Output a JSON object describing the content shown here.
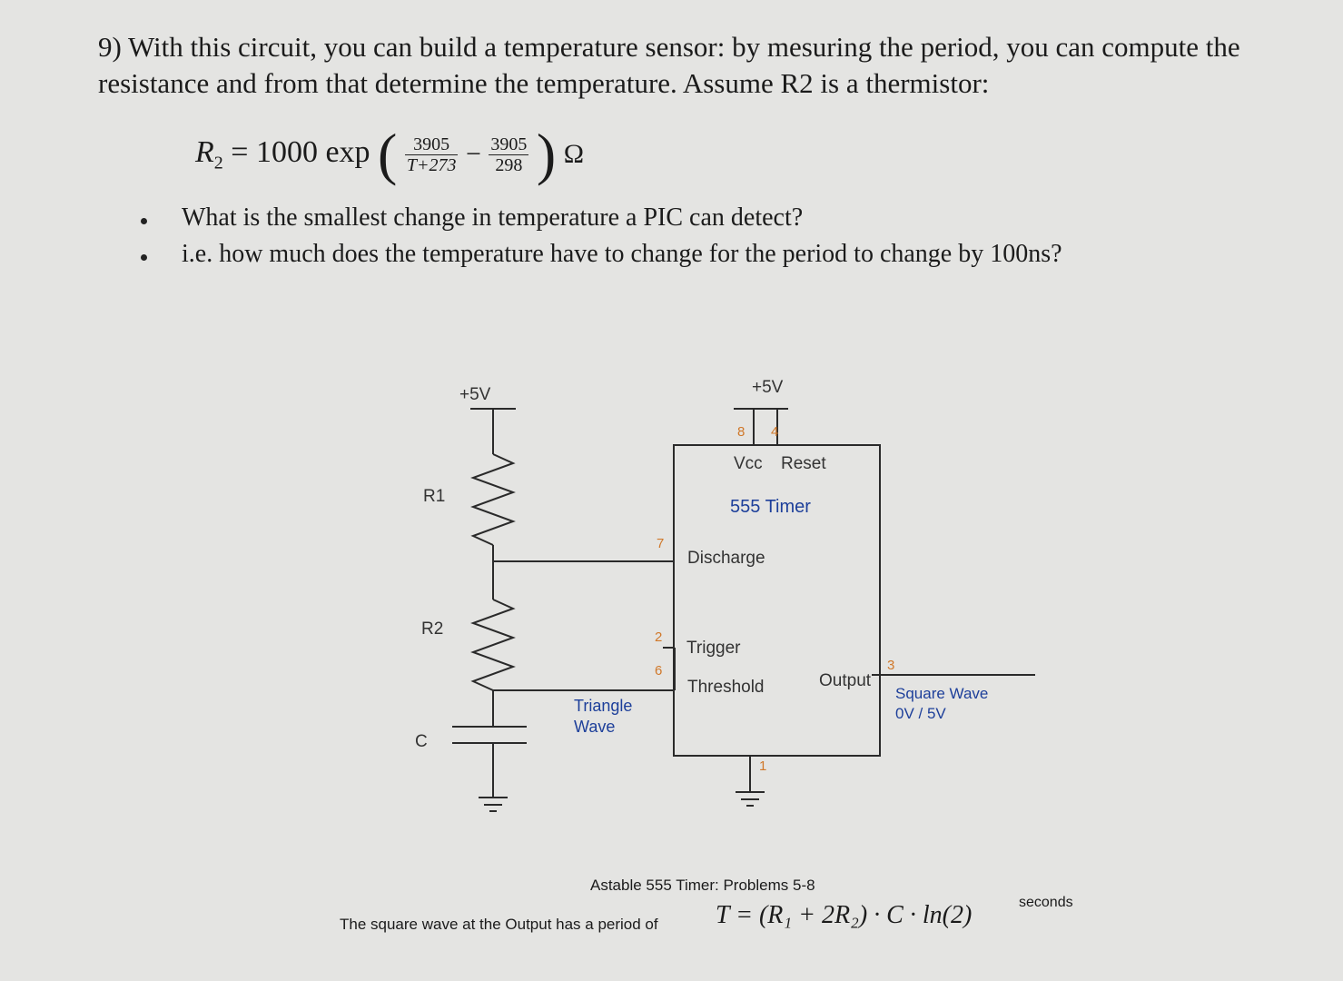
{
  "question": {
    "line1": "9) With this circuit, you can build a temperature sensor:  by mesuring the period, you can compute the",
    "line2": "resistance and from that determine the temperature.  Assume R2 is a thermistor:"
  },
  "equation": {
    "lhs": "R",
    "lhs_sub": "2",
    "eq": " = 1000 exp",
    "frac1_num": "3905",
    "frac1_den": "T+273",
    "minus": "−",
    "frac2_num": "3905",
    "frac2_den": "298",
    "unit": "Ω"
  },
  "bullets": [
    "What is the smallest change in temperature a PIC can detect?",
    "i.e. how much does the temperature have to change for the period to change by 100ns?"
  ],
  "circuit": {
    "supply_left": "+5V",
    "supply_right": "+5V",
    "r1": "R1",
    "r2": "R2",
    "c": "C",
    "pin8": "8",
    "pin4": "4",
    "pin7": "7",
    "pin2": "2",
    "pin6": "6",
    "pin3": "3",
    "pin1": "1",
    "vcc": "Vcc",
    "reset": "Reset",
    "chip_name": "555 Timer",
    "discharge": "Discharge",
    "trigger": "Trigger",
    "threshold": "Threshold",
    "output": "Output",
    "triangle_line1": "Triangle",
    "triangle_line2": "Wave",
    "square_line1": "Square Wave",
    "square_line2": "0V / 5V",
    "accent_color": "#1d3f9a",
    "pin_color": "#d0782a"
  },
  "footer": {
    "caption": "Astable 555 Timer:  Problems 5-8",
    "period_text": "The square wave at the Output has a period of",
    "formula": "T = (R₁ + 2R₂) · C · ln(2)",
    "units": "seconds"
  }
}
